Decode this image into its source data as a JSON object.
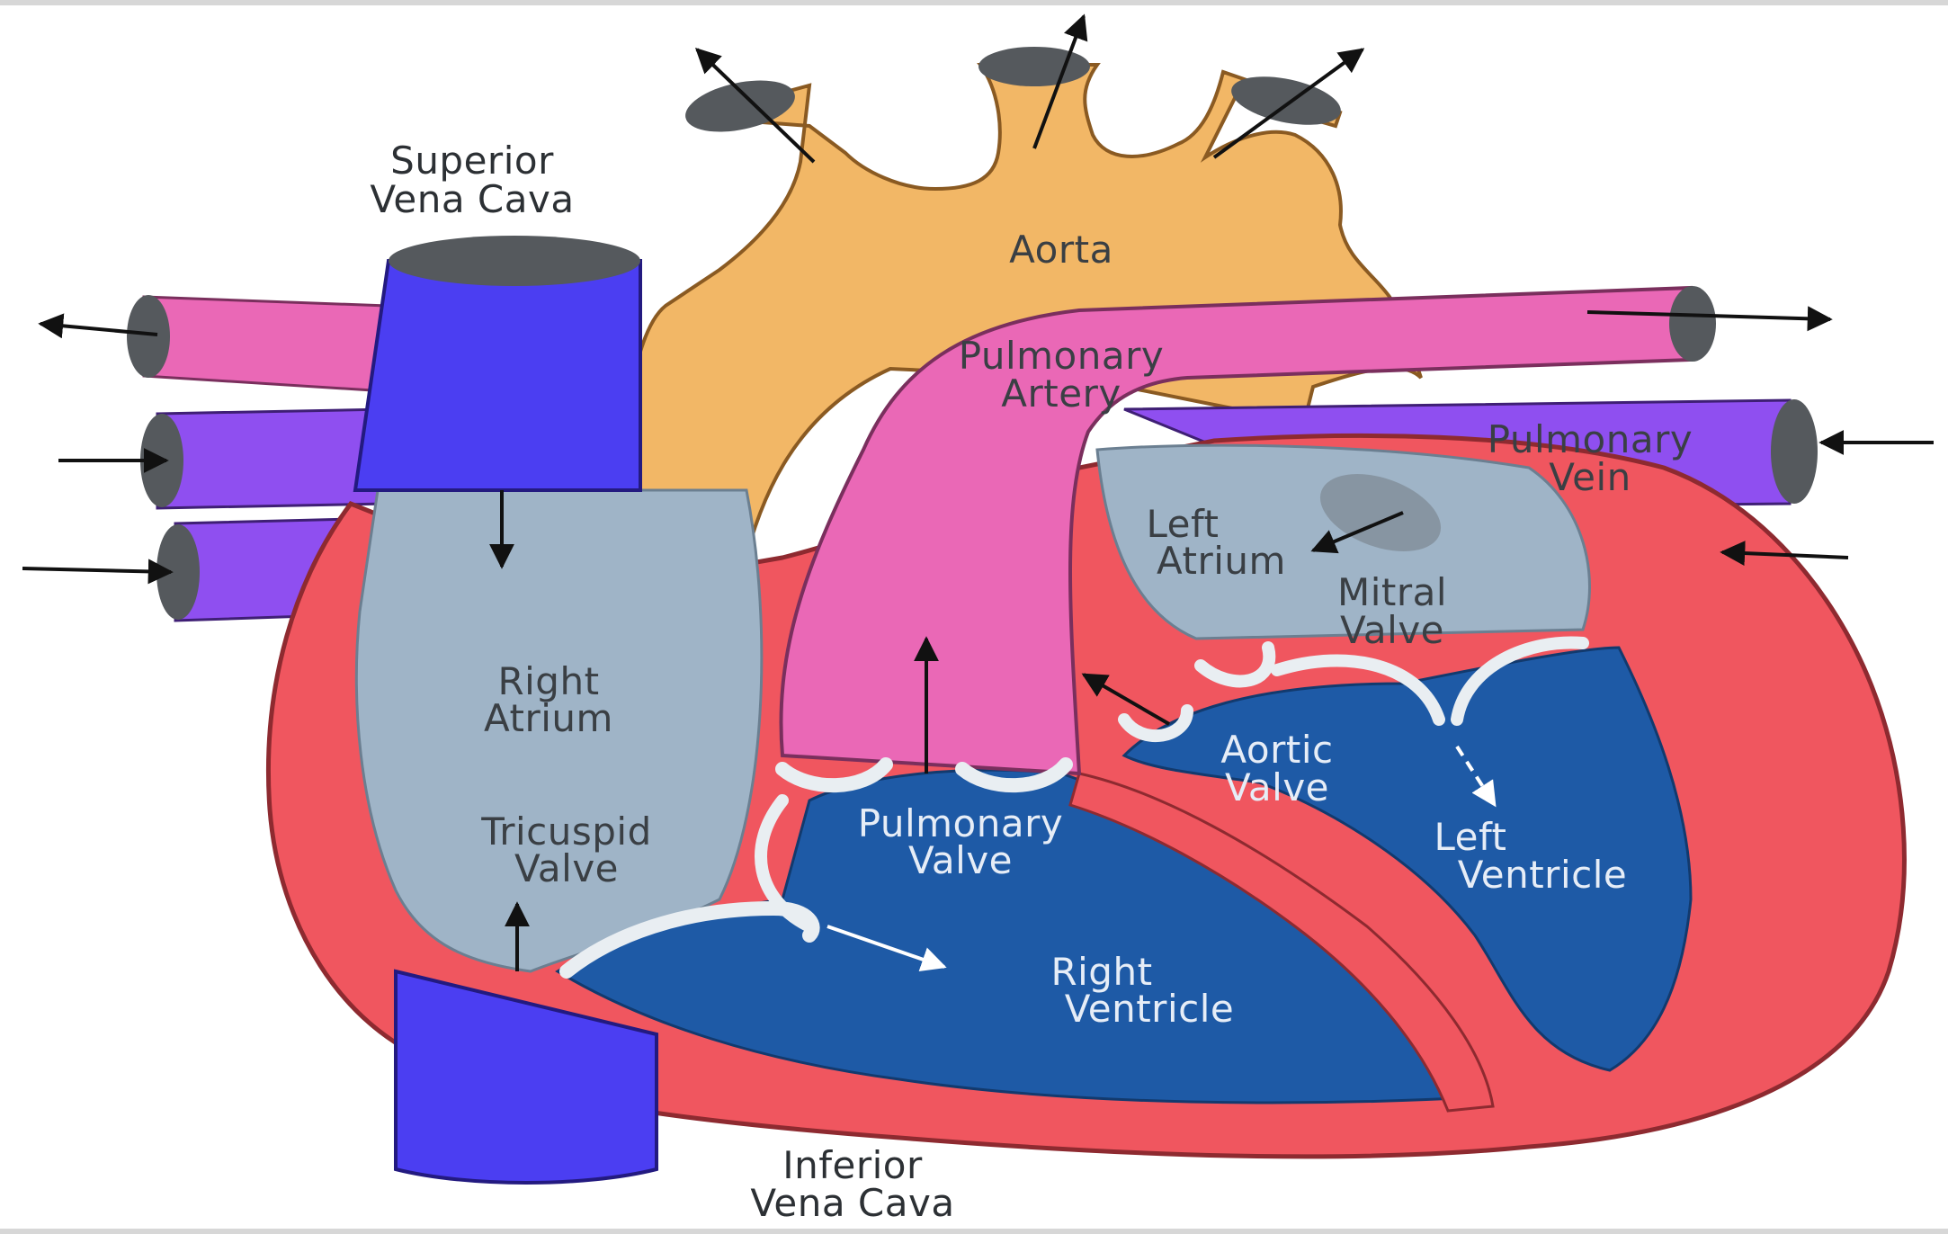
{
  "colors": {
    "aorta": "#f2b766",
    "pulmonary_artery": "#ea68b6",
    "pulmonary_vein": "#8f4ff0",
    "vena_cava": "#4b3ef2",
    "atrium_chamber": "#9fb4c7",
    "ventricle_chamber": "#1e5aa6",
    "myocardium": "#f0565f",
    "valve": "#e9eef2",
    "vessel_opening": "#55595d",
    "arrow": "#111111",
    "arrow_light": "#ffffff"
  },
  "labels": {
    "superior_vena_cava": [
      "Superior",
      "Vena Cava"
    ],
    "aorta": "Aorta",
    "pulmonary_artery": [
      "Pulmonary",
      "Artery"
    ],
    "pulmonary_vein": [
      "Pulmonary",
      "Vein"
    ],
    "left_atrium": [
      "Left",
      "Atrium"
    ],
    "mitral_valve": [
      "Mitral",
      "Valve"
    ],
    "right_atrium": [
      "Right",
      "Atrium"
    ],
    "aortic_valve": [
      "Aortic",
      "Valve"
    ],
    "tricuspid_valve": [
      "Tricuspid",
      "Valve"
    ],
    "pulmonary_valve": [
      "Pulmonary",
      "Valve"
    ],
    "left_ventricle": [
      "Left",
      "Ventricle"
    ],
    "right_ventricle": [
      "Right",
      "Ventricle"
    ],
    "inferior_vena_cava": [
      "Inferior",
      "Vena Cava"
    ]
  }
}
